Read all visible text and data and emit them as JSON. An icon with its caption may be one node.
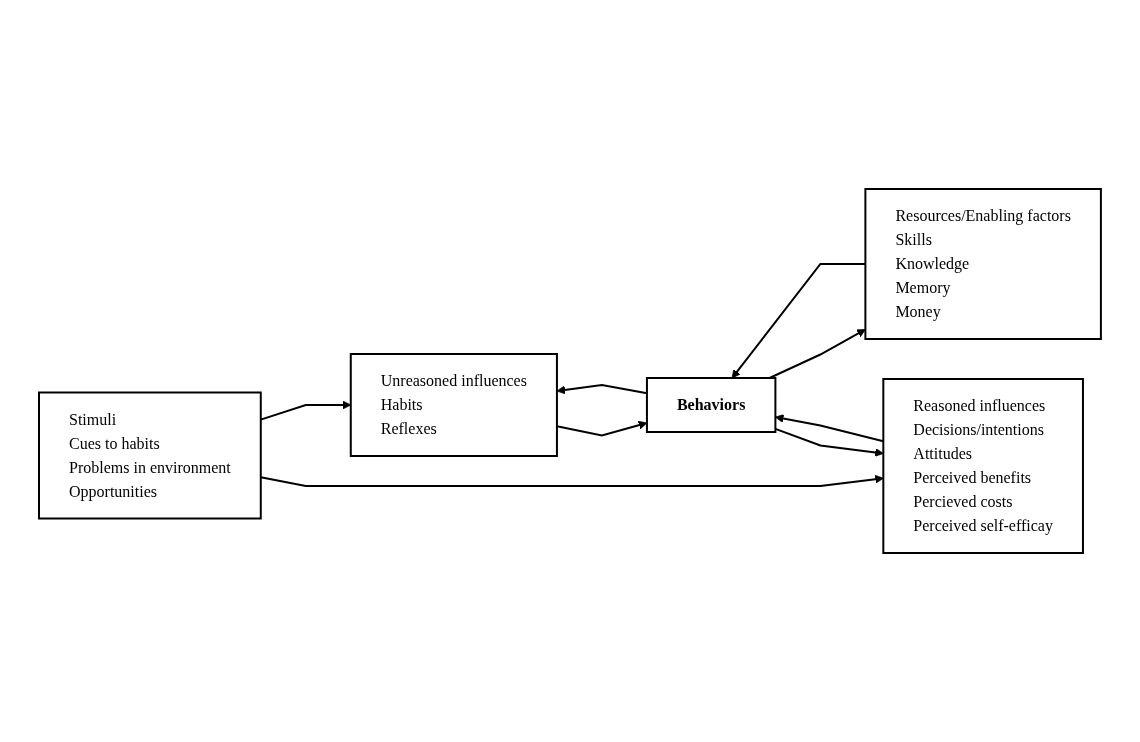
{
  "diagram": {
    "nodes": [
      {
        "text": [
          "Unreasoned influences",
          "Habits",
          "Reflexes"
        ]
      },
      {
        "text": [
          "Stimuli",
          "Cues to habits",
          "Problems in environment",
          "Opportunities"
        ]
      },
      {
        "text": [
          "Resources/Enabling factors",
          "Skills",
          "Knowledge",
          "Memory",
          "Money"
        ]
      },
      {
        "text": [
          "Behaviors"
        ]
      },
      {
        "text": [
          "Reasoned influences",
          "Decisions/intentions",
          "Attitudes",
          "Perceived benefits",
          "Percieved costs",
          "Perceived self-efficay"
        ]
      }
    ],
    "edges": [
      {
        "from": 1,
        "to": 0,
        "arrow": "to"
      },
      {
        "from": 1,
        "to": 4,
        "arrow": "to"
      },
      {
        "from": 0,
        "to": 3,
        "arrow": "to"
      },
      {
        "from": 3,
        "to": 0,
        "arrow": "to"
      },
      {
        "from": 2,
        "to": 3,
        "arrow": "to"
      },
      {
        "from": 3,
        "to": 2,
        "arrow": "to"
      },
      {
        "from": 4,
        "to": 3,
        "arrow": "to"
      },
      {
        "from": 3,
        "to": 4,
        "arrow": "to"
      }
    ]
  }
}
